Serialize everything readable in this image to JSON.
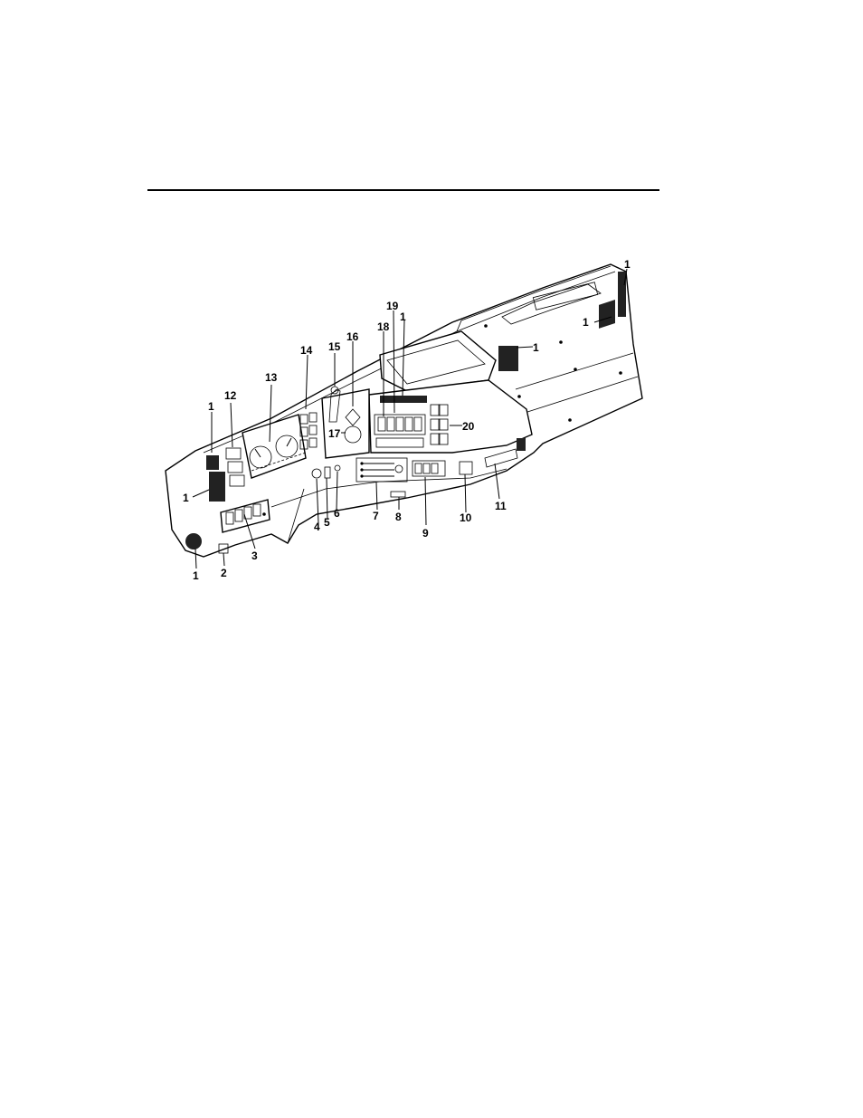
{
  "callouts": {
    "c1_top_right": "1",
    "c1_right_vent": "1",
    "c1_mid_vent": "1",
    "c19": "19",
    "c1_center": "1",
    "c18": "18",
    "c16": "16",
    "c15": "15",
    "c14": "14",
    "c13": "13",
    "c12": "12",
    "c1_left_upper": "1",
    "c1_left_lower": "1",
    "c17": "17",
    "c20": "20",
    "c11": "11",
    "c10": "10",
    "c9": "9",
    "c8": "8",
    "c7": "7",
    "c6": "6",
    "c5": "5",
    "c4": "4",
    "c3": "3",
    "c2": "2",
    "c1_bottom": "1"
  }
}
